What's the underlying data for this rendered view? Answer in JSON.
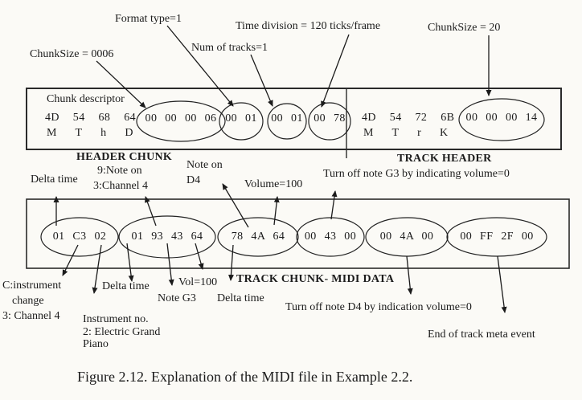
{
  "caption": "Figure 2.12. Explanation of the MIDI file in Example 2.2.",
  "header_chunk": {
    "section_label": "HEADER CHUNK",
    "chunk_descriptor": "Chunk descriptor",
    "signature_hex": "4D 54 68 64",
    "signature_ascii": "M T h D",
    "fields": [
      {
        "bytes": "00 00 00 06",
        "callout": "ChunkSize = 0006"
      },
      {
        "bytes": "00 01",
        "callout": "Format type=1"
      },
      {
        "bytes": "00 01",
        "callout": "Num of tracks=1"
      },
      {
        "bytes": "00 78",
        "callout": "Time division = 120 ticks/frame"
      }
    ]
  },
  "track_header": {
    "section_label": "TRACK HEADER",
    "signature_hex": "4D 54 72 6B",
    "signature_ascii": "M T r K",
    "chunk_size": {
      "bytes": "00 00 00 14",
      "callout": "ChunkSize = 20"
    }
  },
  "track_chunk": {
    "section_label": "TRACK CHUNK- MIDI DATA",
    "events": [
      {
        "bytes": "01 C3 02"
      },
      {
        "bytes": "01 93 43 64"
      },
      {
        "bytes": "78 4A 64"
      },
      {
        "bytes": "00 43 00"
      },
      {
        "bytes": "00 4A 00"
      },
      {
        "bytes": "00 FF 2F 00"
      }
    ],
    "annotations": {
      "delta_time_top": "Delta time",
      "note_on_l1": "9:Note on",
      "note_on_l2": "3:Channel 4",
      "note_d4_l1": "Note on",
      "note_d4_l2": "D4",
      "volume_100": "Volume=100",
      "g3_off": "Turn off note G3 by indicating volume=0",
      "instr_l1": "C:instrument",
      "instr_l2": "change",
      "instr_l3": "3: Channel 4",
      "delta_time_b1": "Delta time",
      "instr_no_l1": "Instrument no.",
      "instr_no_l2": "2: Electric Grand",
      "instr_no_l3": "Piano",
      "note_g3": "Note  G3",
      "vol_100": "Vol=100",
      "delta_time_b2": "Delta time",
      "d4_off": "Turn off note D4 by indication volume=0",
      "end_of_track": "End of track meta event"
    }
  },
  "ink_color": "#1b1b1b",
  "paper_color": "#fbfaf6"
}
